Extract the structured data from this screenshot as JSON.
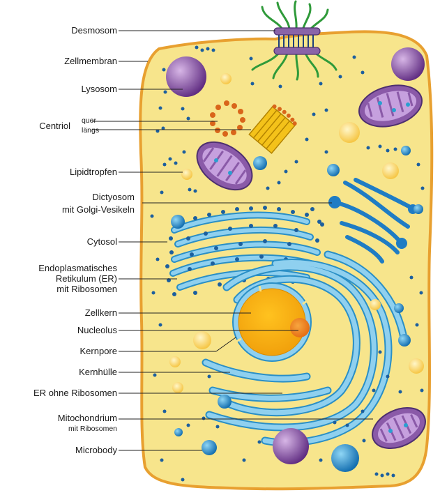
{
  "labels": {
    "desmosom": "Desmosom",
    "zellmembran": "Zellmembran",
    "lysosom": "Lysosom",
    "centriol": "Centriol",
    "centriol_quer": "quer",
    "centriol_laengs": "längs",
    "lipidtropfen": "Lipidtropfen",
    "dictyosom_1": "Dictyosom",
    "dictyosom_2": "mit Golgi-Vesikeln",
    "cytosol": "Cytosol",
    "er_1": "Endoplasmatisches",
    "er_2": "Retikulum (ER)",
    "er_3": "mit Ribosomen",
    "zellkern": "Zellkern",
    "nucleolus": "Nucleolus",
    "kernpore": "Kernpore",
    "kernhuelle": "Kernhülle",
    "er_ohne": "ER ohne Ribosomen",
    "mitochondrium": "Mitochondrium",
    "mitochondrium_sub": "mit Ribosomen",
    "microbody": "Microbody"
  },
  "colors": {
    "cytosol": "#f7e58c",
    "membrane": "#e8a030",
    "nucleus": "#f6b413",
    "nucleolus": "#f08a1e",
    "er": "#8fd0ef",
    "er_stroke": "#2a8fc6",
    "golgi": "#1f7cc4",
    "lysosome": "#7d3f98",
    "mitochondrion": "#8a5aa8",
    "ribosome": "#1c5f9e",
    "desmosome": "#8a64a8",
    "filament": "#2f9a3a",
    "centriole_yellow": "#f4c21a",
    "centriole_orange": "#d9651a",
    "leader": "#222222"
  }
}
